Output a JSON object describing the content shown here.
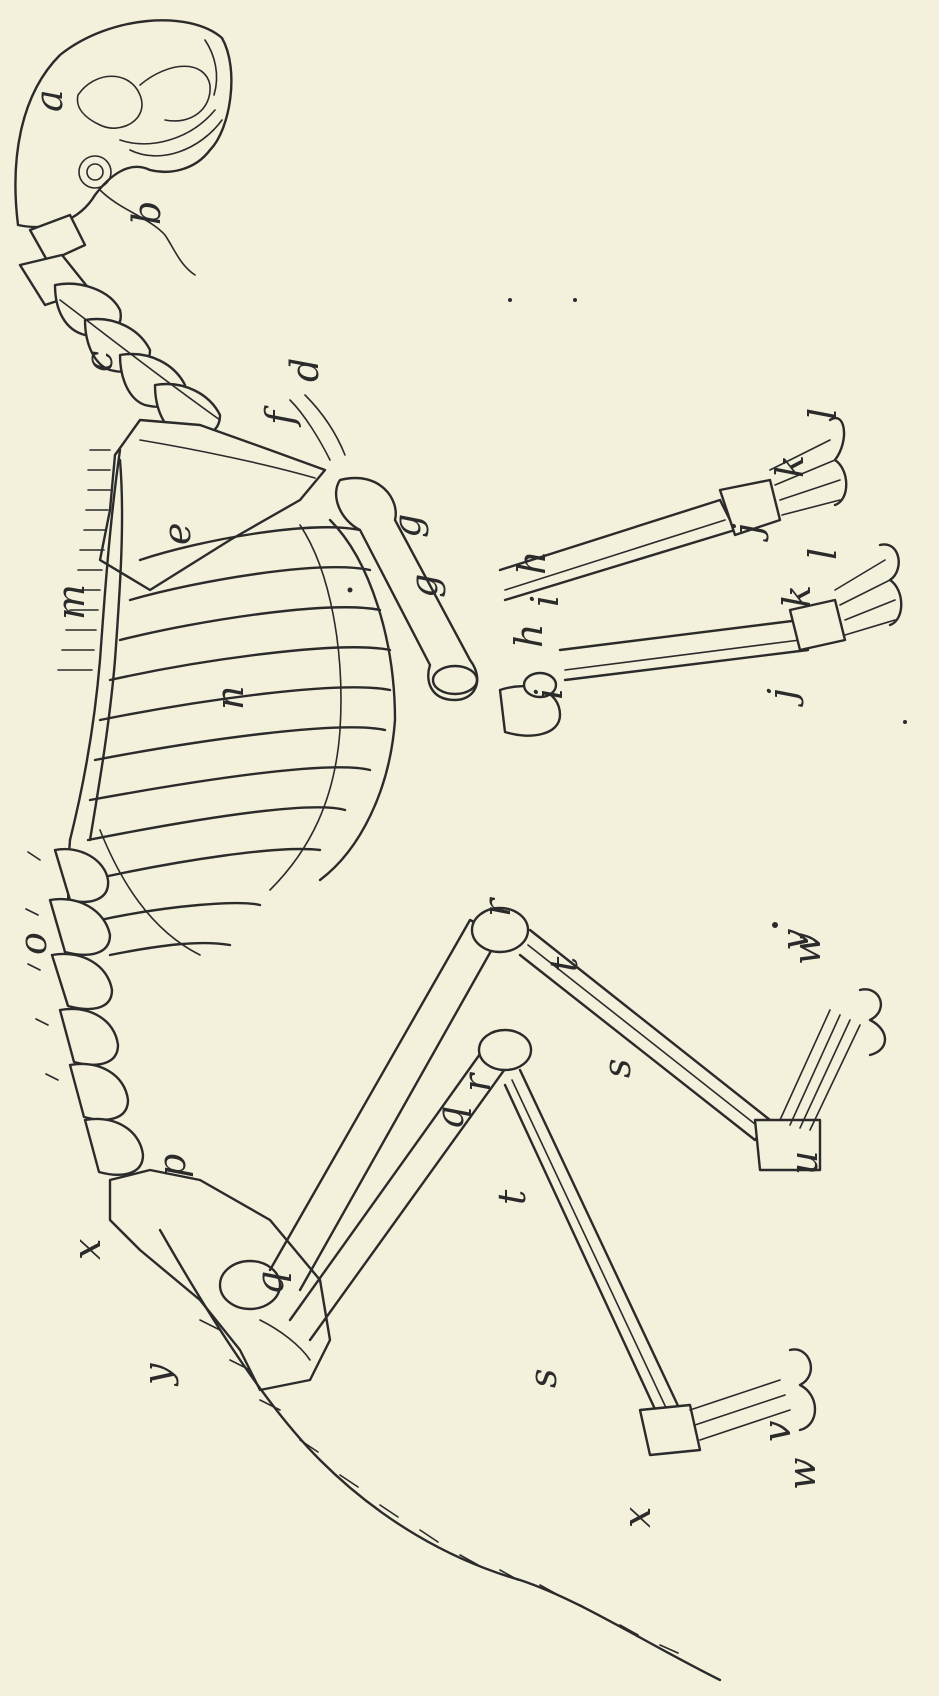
{
  "figure": {
    "labels": {
      "a": "a",
      "b": "b",
      "c": "c",
      "d": "d",
      "e": "e",
      "f": "f",
      "g": "g",
      "h": "h",
      "i": "i",
      "j": "j",
      "k": "k",
      "l": "l",
      "m": "m",
      "n": "n",
      "o": "o",
      "p": "p",
      "q": "q",
      "r": "r",
      "s": "s",
      "t": "t",
      "u": "u",
      "v": "v",
      "w": "w",
      "x": "x",
      "y": "y"
    }
  }
}
